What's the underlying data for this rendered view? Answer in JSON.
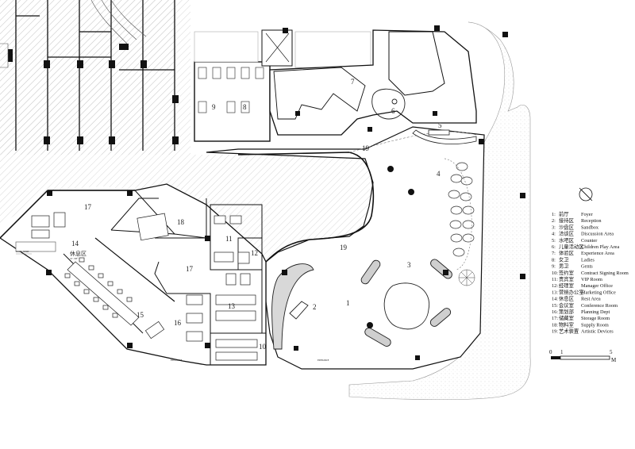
{
  "rooms": {
    "r1": "1",
    "r2": "2",
    "r3": "3",
    "r4": "4",
    "r5": "5",
    "r6": "6",
    "r7": "7",
    "r8": "8",
    "r9": "9",
    "r10": "10",
    "r11": "11",
    "r12": "12",
    "r13": "13",
    "r14": "14",
    "r15": "15",
    "r16": "16",
    "r17a": "17",
    "r17b": "17",
    "r18": "18",
    "r19a": "19",
    "r19b": "19",
    "rest_label": "休息区",
    "rest_area": "37.5M²"
  },
  "legend": [
    {
      "num": "1:",
      "cn": "前厅",
      "en": "Foyer"
    },
    {
      "num": "2:",
      "cn": "接待区",
      "en": "Reception"
    },
    {
      "num": "3:",
      "cn": "沙盘区",
      "en": "Sandbox"
    },
    {
      "num": "4:",
      "cn": "洽谈区",
      "en": "Discussion Area"
    },
    {
      "num": "5:",
      "cn": "水吧区",
      "en": "Counter"
    },
    {
      "num": "6:",
      "cn": "儿童活动区",
      "en": "Children Play Area"
    },
    {
      "num": "7:",
      "cn": "体验区",
      "en": "Experience Area"
    },
    {
      "num": "8:",
      "cn": "女卫",
      "en": "Ladies"
    },
    {
      "num": "9:",
      "cn": "男卫",
      "en": "Gents"
    },
    {
      "num": "10:",
      "cn": "签约室",
      "en": "Contract Signing Room"
    },
    {
      "num": "11:",
      "cn": "贵宾室",
      "en": "VIP Room"
    },
    {
      "num": "12:",
      "cn": "经理室",
      "en": "Manager Office"
    },
    {
      "num": "13:",
      "cn": "营销办公室",
      "en": "Marketing Office"
    },
    {
      "num": "14:",
      "cn": "休息区",
      "en": "Rest Area"
    },
    {
      "num": "15:",
      "cn": "会议室",
      "en": "Conference Room"
    },
    {
      "num": "16:",
      "cn": "策划部",
      "en": "Planning Dept"
    },
    {
      "num": "17:",
      "cn": "储藏室",
      "en": "Storage Room"
    },
    {
      "num": "18:",
      "cn": "物料室",
      "en": "Supply Room"
    },
    {
      "num": "19:",
      "cn": "艺术装置",
      "en": "Artistic Devices"
    }
  ],
  "scale": {
    "zero": "0",
    "one": "1",
    "five": "5",
    "unit": "M"
  }
}
